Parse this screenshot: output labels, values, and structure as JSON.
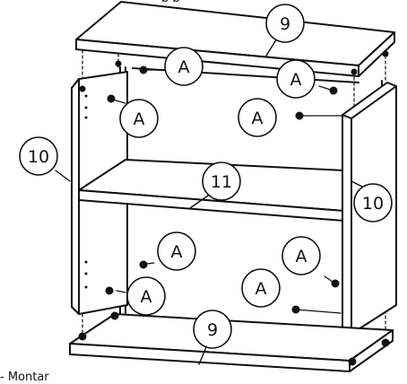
{
  "callouts": {
    "top_panel": "9",
    "bottom_panel": "9",
    "side_left": "10",
    "side_right": "10",
    "shelf": "11",
    "connector": "A"
  },
  "caption": "- Montar",
  "top_text_fragment": "p p"
}
